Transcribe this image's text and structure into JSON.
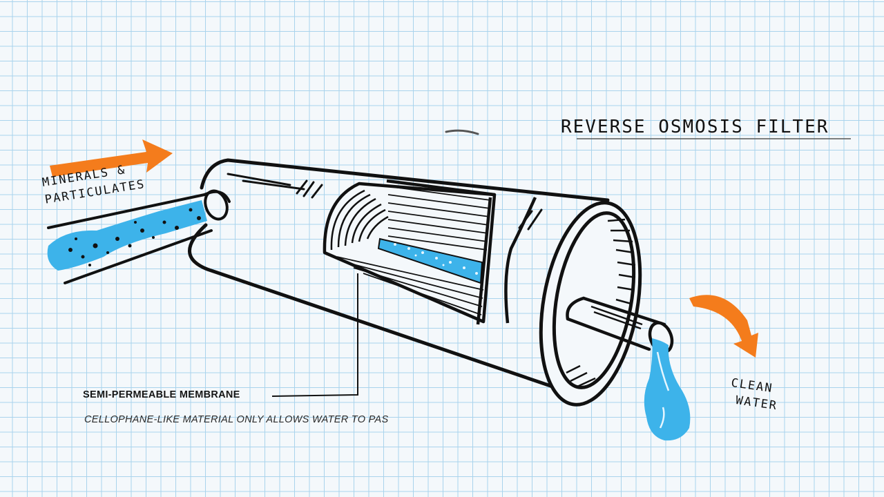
{
  "title": "REVERSE OSMOSIS FILTER",
  "inlet_label": [
    "MINERALS &",
    "PARTICULATES"
  ],
  "outlet_label": [
    "CLEAN",
    "WATER"
  ],
  "membrane_label": "SEMI-PERMEABLE MEMBRANE",
  "membrane_description": "CELLOPHANE-LIKE MATERIAL ONLY ALLOWS WATER TO PAS",
  "colors": {
    "arrow": "#f47c1c",
    "water": "#3db3ea",
    "ink": "#111111",
    "grid": "#a9d3ec"
  }
}
